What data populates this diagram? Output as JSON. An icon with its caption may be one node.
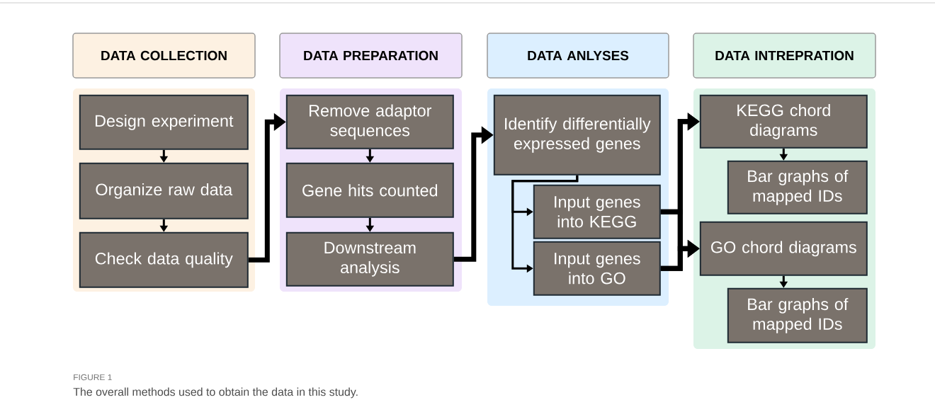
{
  "diagram": {
    "caption": "The overall methods used to obtain the data in this study.",
    "nodes": [
      {
        "text": [
          "DATA COLLECTION"
        ]
      },
      {
        "text": [
          "DATA PREPARATION"
        ]
      },
      {
        "text": [
          "DATA ANLYSES"
        ]
      },
      {
        "text": [
          "DATA INTREPRATION"
        ]
      },
      {
        "text": [],
        "shape": "box"
      },
      {
        "text": [
          "Design experiment"
        ],
        "in": 4
      },
      {
        "text": [
          "Organize raw data"
        ],
        "in": 4
      },
      {
        "text": [
          "Check data quality"
        ],
        "in": 4
      },
      {
        "text": [],
        "shape": "box"
      },
      {
        "text": [
          "Remove adaptor sequences"
        ],
        "in": 8
      },
      {
        "text": [
          "Gene hits counted"
        ],
        "in": 8
      },
      {
        "text": [
          "Downstream analysis"
        ],
        "in": 8
      },
      {
        "text": [],
        "shape": "box"
      },
      {
        "text": [
          "Identify differentially expressed genes"
        ],
        "in": 12
      },
      {
        "text": [
          "Input genes into KEGG"
        ],
        "in": 12
      },
      {
        "text": [
          "Input genes into GO"
        ],
        "in": 12
      },
      {
        "text": [],
        "shape": "box"
      },
      {
        "text": [
          "KEGG chord diagrams"
        ],
        "in": 16
      },
      {
        "text": [
          "Bar graphs of mapped IDs"
        ],
        "in": 16
      },
      {
        "text": [
          "GO chord diagrams"
        ],
        "in": 16
      },
      {
        "text": [
          "Bar graphs of mapped IDs"
        ],
        "in": 16
      }
    ],
    "edges": [
      {
        "from": 5,
        "to": 6,
        "arrow": "to"
      },
      {
        "from": 6,
        "to": 7,
        "arrow": "to"
      },
      {
        "from": 7,
        "to": 9,
        "arrow": "to",
        "style": "thick"
      },
      {
        "from": 9,
        "to": 10,
        "arrow": "to"
      },
      {
        "from": 10,
        "to": 11,
        "arrow": "to"
      },
      {
        "from": 11,
        "to": 13,
        "arrow": "to",
        "style": "thick"
      },
      {
        "from": 13,
        "to": 14,
        "arrow": "to"
      },
      {
        "from": 13,
        "to": 15,
        "arrow": "to"
      },
      {
        "from": 14,
        "to": 17,
        "arrow": "to",
        "style": "thick"
      },
      {
        "from": 14,
        "to": 19,
        "arrow": "to",
        "style": "thick"
      },
      {
        "from": 15,
        "to": 17,
        "arrow": "to",
        "style": "thick"
      },
      {
        "from": 15,
        "to": 19,
        "arrow": "to",
        "style": "thick"
      },
      {
        "from": 17,
        "to": 18,
        "arrow": "to"
      },
      {
        "from": 19,
        "to": 20,
        "arrow": "to"
      }
    ],
    "labels": [
      "FIGURE 1"
    ]
  }
}
